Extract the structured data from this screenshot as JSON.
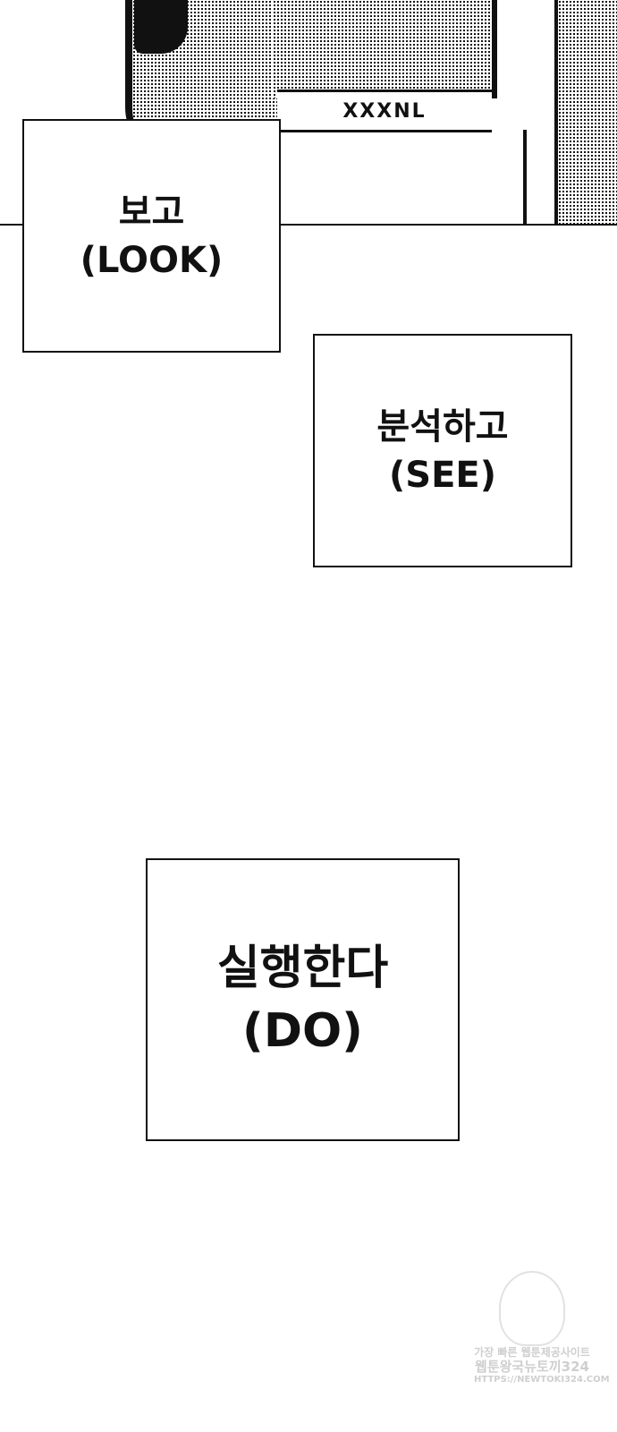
{
  "illustration": {
    "waistband_text": "XXXNL"
  },
  "captions": [
    {
      "line1": "보고",
      "line2": "(LOOK)"
    },
    {
      "line1": "분석하고",
      "line2": "(SEE)"
    },
    {
      "line1": "실행한다",
      "line2": "(DO)"
    }
  ],
  "watermark": {
    "line1": "가장 빠른 웹툰제공사이트",
    "line2": "웹툰왕국뉴토끼324",
    "line3": "HTTPS://NEWTOKI324.COM"
  }
}
